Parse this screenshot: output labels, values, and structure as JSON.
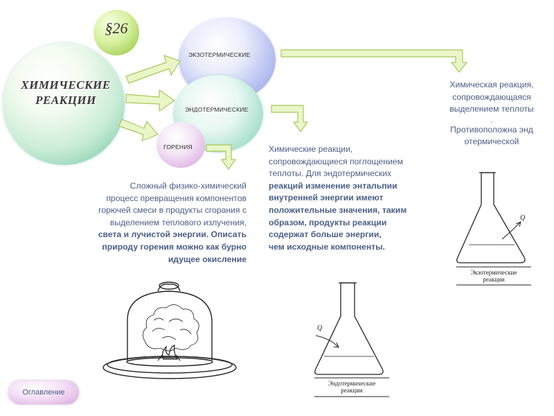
{
  "title": "ХИМИЧЕСКИЕ РЕАКЦИИ",
  "paragraph": "§26",
  "branches": {
    "exo": "ЭКЗОТЕРМИЧЕСКИЕ",
    "endo": "ЭНДОТЕРМИЧЕСКИЕ",
    "combustion": "ГОРЕНИЯ"
  },
  "definitions": {
    "exo": {
      "lines": [
        "Химическая реакция,",
        "сопровождающаяся",
        "выделением теплоты",
        ".",
        "Противоположна энд",
        "отермической"
      ]
    },
    "endo": {
      "lines": [
        "Химические реакции,",
        "сопровождающиеся поглощением",
        "теплоты. Для эндотермических",
        "реакций изменение энтальпии",
        "внутренней энергии  имеют",
        "положительные значения, таким",
        "образом, продукты реакции",
        "содержат больше энергии,",
        "чем исходные компоненты."
      ]
    },
    "combustion": {
      "lines": [
        "Сложный физико-химический",
        "процесс превращения компонентов",
        "горючей смеси в продукты сгорания с",
        "выделением теплового излучения,",
        "света и лучистой энергии. Описать",
        "природу горения можно как бурно",
        "идущее окисление"
      ]
    }
  },
  "figures": {
    "exo_flask": {
      "q_label": "Q",
      "caption_1": "Экзотермические",
      "caption_2": "реакции"
    },
    "endo_flask": {
      "q_label": "Q",
      "caption_1": "Эндотермические",
      "caption_2": "реакции"
    }
  },
  "toc_button": "Оглавление"
}
